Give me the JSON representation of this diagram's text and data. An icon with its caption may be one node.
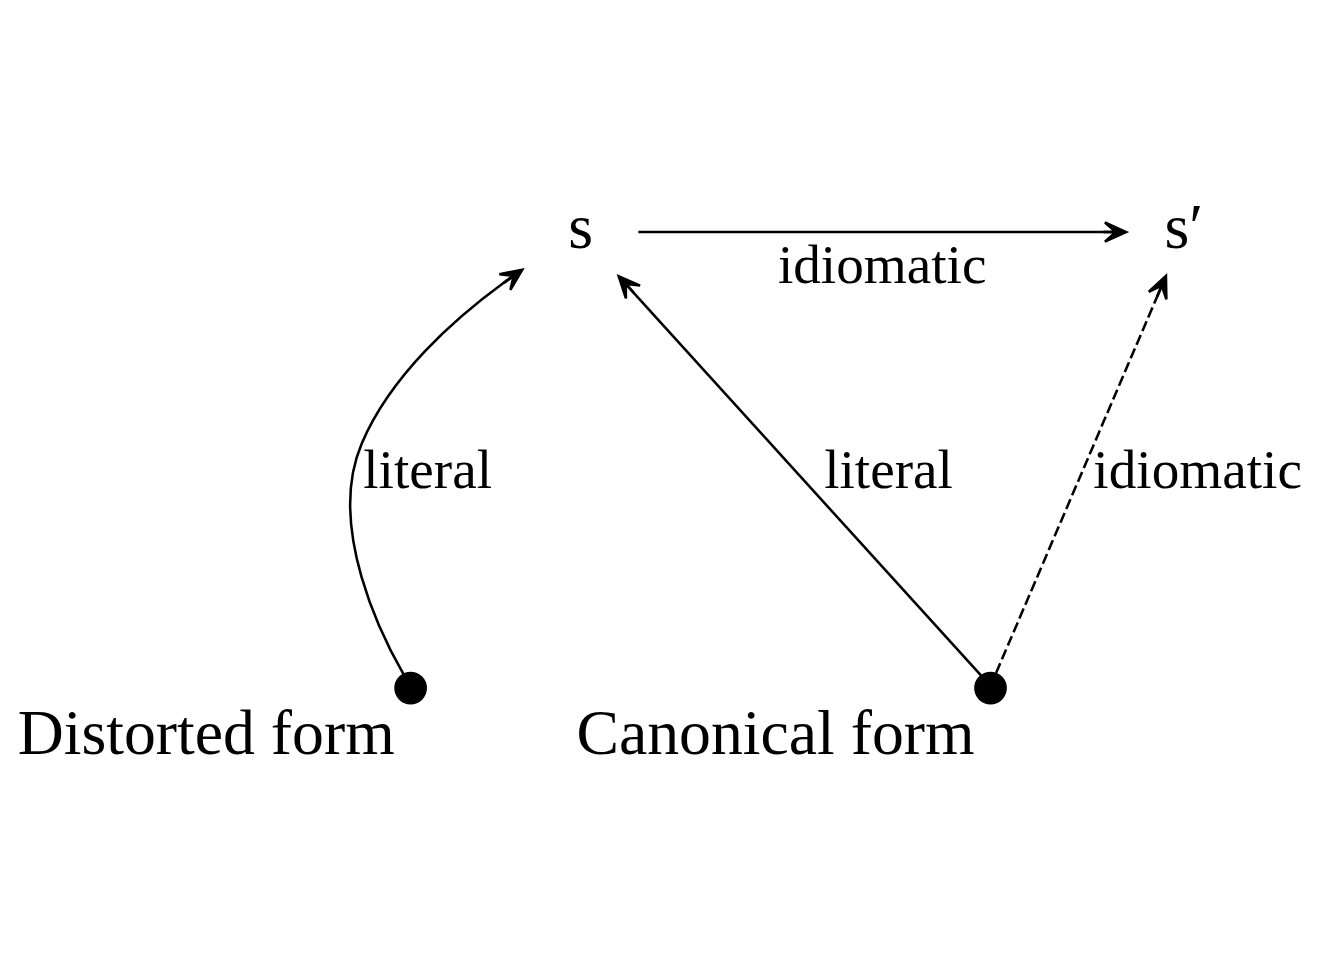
{
  "diagram": {
    "nodes": [
      {
        "text": [
          "s"
        ]
      },
      {
        "text": [
          "s′"
        ]
      },
      {
        "text": [],
        "shape": "circle",
        "beside": [
          "Distorted form"
        ]
      },
      {
        "text": [],
        "shape": "circle",
        "beside": [
          "Canonical form"
        ]
      }
    ],
    "edges": [
      {
        "from": 0,
        "to": 1,
        "arrow": "to",
        "label": "idiomatic"
      },
      {
        "from": 2,
        "to": 0,
        "arrow": "to",
        "label": "literal"
      },
      {
        "from": 3,
        "to": 0,
        "arrow": "to",
        "label": "literal"
      },
      {
        "from": 3,
        "to": 1,
        "arrow": "to",
        "label": "idiomatic",
        "style": "dashed"
      }
    ]
  }
}
